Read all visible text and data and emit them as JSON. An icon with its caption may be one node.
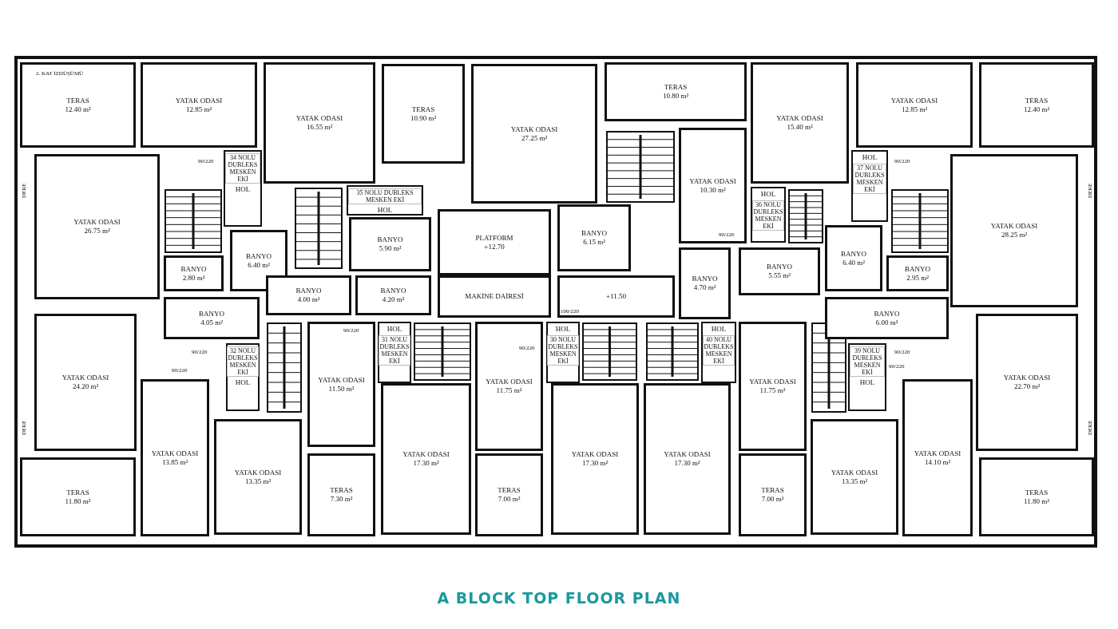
{
  "diagram": {
    "title": "A BLOCK TOP FLOOR PLAN",
    "nodes": [
      {
        "text": [
          "TERAS",
          "12.40 m²"
        ]
      },
      {
        "text": [
          "YATAK ODASI",
          "12.85 m²"
        ]
      },
      {
        "text": [
          "YATAK ODASI",
          "16.55 m²"
        ]
      },
      {
        "text": [
          "TERAS",
          "10.90 m²"
        ]
      },
      {
        "text": [
          "YATAK ODASI",
          "27.25 m²"
        ]
      },
      {
        "text": [
          "TERAS",
          "10.80 m²"
        ]
      },
      {
        "text": [
          "YATAK ODASI",
          "15.40 m²"
        ]
      },
      {
        "text": [
          "YATAK ODASI",
          "12.85 m²"
        ]
      },
      {
        "text": [
          "TERAS",
          "12.40 m²"
        ]
      },
      {
        "text": [
          "YATAK ODASI",
          "26.75 m²"
        ]
      },
      {
        "text": [
          "34 NOLU DUBLEKS MESKEN EKİ",
          "HOL"
        ]
      },
      {
        "text": [
          "BANYO",
          "6.40 m²"
        ]
      },
      {
        "text": [
          "BANYO",
          "2.80 m²"
        ]
      },
      {
        "text": [
          "35 NOLU DUBLEKS MESKEN EKİ",
          "HOL"
        ]
      },
      {
        "text": [
          "BANYO",
          "5.90 m²"
        ]
      },
      {
        "text": [
          "PLATFORM",
          "+12.70"
        ]
      },
      {
        "text": [
          "BANYO",
          "6.15 m²"
        ]
      },
      {
        "text": [
          "YATAK ODASI",
          "10.30 m²"
        ]
      },
      {
        "text": [
          "HOL",
          "36 NOLU DUBLEKS MESKEN EKİ"
        ]
      },
      {
        "text": [
          "HOL",
          "37 NOLU DUBLEKS MESKEN EKİ"
        ]
      },
      {
        "text": [
          "YATAK ODASI",
          "28.25 m²"
        ]
      },
      {
        "text": [
          "BANYO",
          "6.40 m²"
        ]
      },
      {
        "text": [
          "BANYO",
          "2.95 m²"
        ]
      },
      {
        "text": [
          "BANYO",
          "4.70 m²"
        ]
      },
      {
        "text": [
          "BANYO",
          "5.55 m²"
        ]
      },
      {
        "text": [
          "BANYO",
          "4.00 m²"
        ]
      },
      {
        "text": [
          "BANYO",
          "4.20 m²"
        ]
      },
      {
        "text": [
          "MAKİNE DAİRESİ"
        ]
      },
      {
        "text": [
          "+11.50"
        ]
      },
      {
        "text": [
          "BANYO",
          "4.05 m²"
        ]
      },
      {
        "text": [
          "BANYO",
          "6.00 m²"
        ]
      },
      {
        "text": [
          "YATAK ODASI",
          "24.20 m²"
        ]
      },
      {
        "text": [
          "32 NOLU DUBLEKS MESKEN EKİ",
          "HOL"
        ]
      },
      {
        "text": [
          "YATAK ODASI",
          "11.50 m²"
        ]
      },
      {
        "text": [
          "HOL",
          "31 NOLU DUBLEKS MESKEN EKİ"
        ]
      },
      {
        "text": [
          "YATAK ODASI",
          "11.75 m²"
        ]
      },
      {
        "text": [
          "HOL",
          "30 NOLU DUBLEKS MESKEN EKİ"
        ]
      },
      {
        "text": [
          "HOL",
          "40 NOLU DUBLEKS MESKEN EKİ"
        ]
      },
      {
        "text": [
          "YATAK ODASI",
          "11.75 m²"
        ]
      },
      {
        "text": [
          "39 NOLU DUBLEKS MESKEN EKİ",
          "HOL"
        ]
      },
      {
        "text": [
          "YATAK ODASI",
          "22.70 m²"
        ]
      },
      {
        "text": [
          "YATAK ODASI",
          "13.85 m²"
        ]
      },
      {
        "text": [
          "YATAK ODASI",
          "13.35 m²"
        ]
      },
      {
        "text": [
          "YATAK ODASI",
          "17.30 m²"
        ]
      },
      {
        "text": [
          "YATAK ODASI",
          "17.30 m²"
        ]
      },
      {
        "text": [
          "YATAK ODASI",
          "17.30 m²"
        ]
      },
      {
        "text": [
          "YATAK ODASI",
          "13.35 m²"
        ]
      },
      {
        "text": [
          "YATAK ODASI",
          "14.10 m²"
        ]
      },
      {
        "text": [
          "TERAS",
          "11.80 m²"
        ]
      },
      {
        "text": [
          "TERAS",
          "7.30 m²"
        ]
      },
      {
        "text": [
          "TERAS",
          "7.00 m²"
        ]
      },
      {
        "text": [
          "TERAS",
          "7.00 m²"
        ]
      },
      {
        "text": [
          "TERAS",
          "11.80 m²"
        ]
      }
    ],
    "labels": [
      "2. KAT İZDÜŞÜMÜ",
      "DERE",
      "DERE",
      "DERE",
      "DERE",
      "90/220",
      "90/220",
      "90/220",
      "90/220",
      "90/220",
      "100/220",
      "90/220",
      "90/220",
      "90/220",
      "90/220"
    ]
  }
}
